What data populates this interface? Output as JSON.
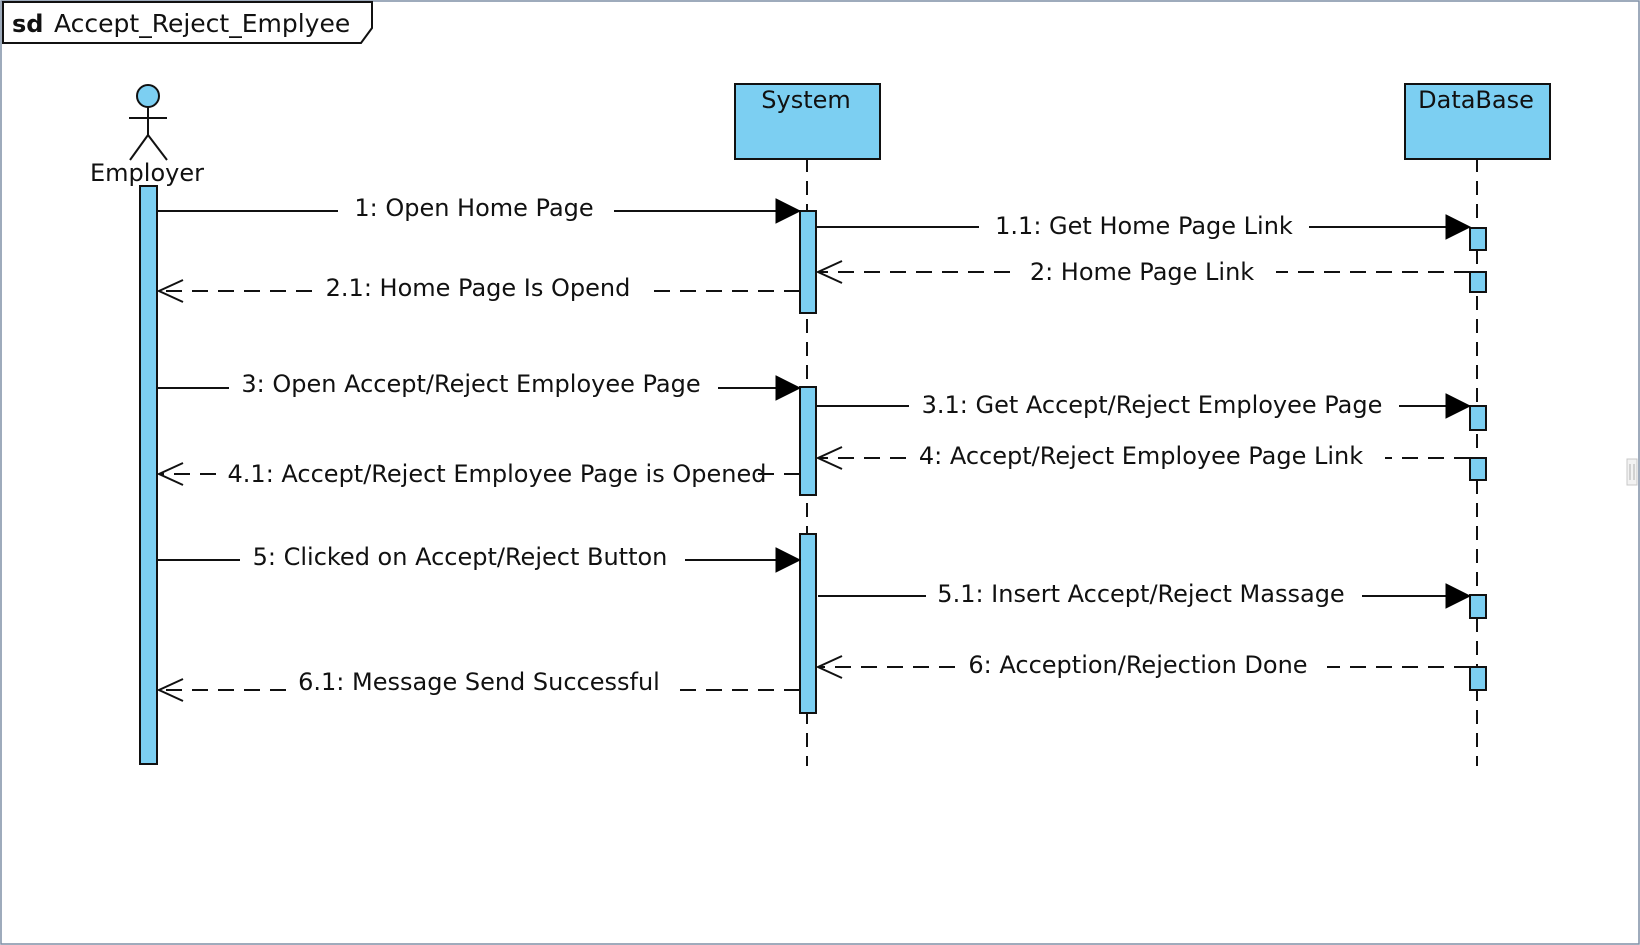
{
  "frame": {
    "keyword": "sd",
    "name": "Accept_Reject_Emplyee"
  },
  "participants": [
    {
      "id": "employer",
      "kind": "actor",
      "label": "Employer"
    },
    {
      "id": "system",
      "kind": "object",
      "label": "System"
    },
    {
      "id": "database",
      "kind": "object",
      "label": "DataBase"
    }
  ],
  "messages": [
    {
      "label": "1: Open Home Page",
      "from": "employer",
      "to": "system",
      "type": "sync"
    },
    {
      "label": "1.1: Get Home Page Link",
      "from": "system",
      "to": "database",
      "type": "sync"
    },
    {
      "label": "2: Home Page Link",
      "from": "database",
      "to": "system",
      "type": "return"
    },
    {
      "label": "2.1: Home Page Is Opend",
      "from": "system",
      "to": "employer",
      "type": "return"
    },
    {
      "label": "3: Open Accept/Reject Employee Page",
      "from": "employer",
      "to": "system",
      "type": "sync"
    },
    {
      "label": "3.1: Get Accept/Reject Employee Page",
      "from": "system",
      "to": "database",
      "type": "sync"
    },
    {
      "label": "4: Accept/Reject Employee Page Link",
      "from": "database",
      "to": "system",
      "type": "return"
    },
    {
      "label": "4.1: Accept/Reject Employee Page is Opened",
      "from": "system",
      "to": "employer",
      "type": "return"
    },
    {
      "label": "5: Clicked on Accept/Reject Button",
      "from": "employer",
      "to": "system",
      "type": "sync"
    },
    {
      "label": "5.1: Insert Accept/Reject Massage",
      "from": "system",
      "to": "database",
      "type": "sync"
    },
    {
      "label": "6: Acception/Rejection Done",
      "from": "database",
      "to": "system",
      "type": "return"
    },
    {
      "label": "6.1: Message Send Successful",
      "from": "system",
      "to": "employer",
      "type": "return"
    }
  ],
  "colors": {
    "participant_fill": "#7ccff2",
    "line": "#111111",
    "background": "#ffffff"
  }
}
